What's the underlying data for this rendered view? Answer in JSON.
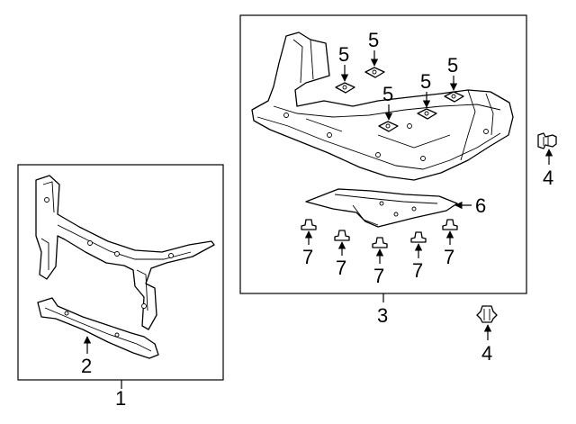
{
  "callouts": {
    "c1": "1",
    "c2": "2",
    "c3": "3",
    "c4a": "4",
    "c4b": "4",
    "c5a": "5",
    "c5b": "5",
    "c5c": "5",
    "c5d": "5",
    "c5e": "5",
    "c6": "6",
    "c7a": "7",
    "c7b": "7",
    "c7c": "7",
    "c7d": "7",
    "c7e": "7"
  }
}
